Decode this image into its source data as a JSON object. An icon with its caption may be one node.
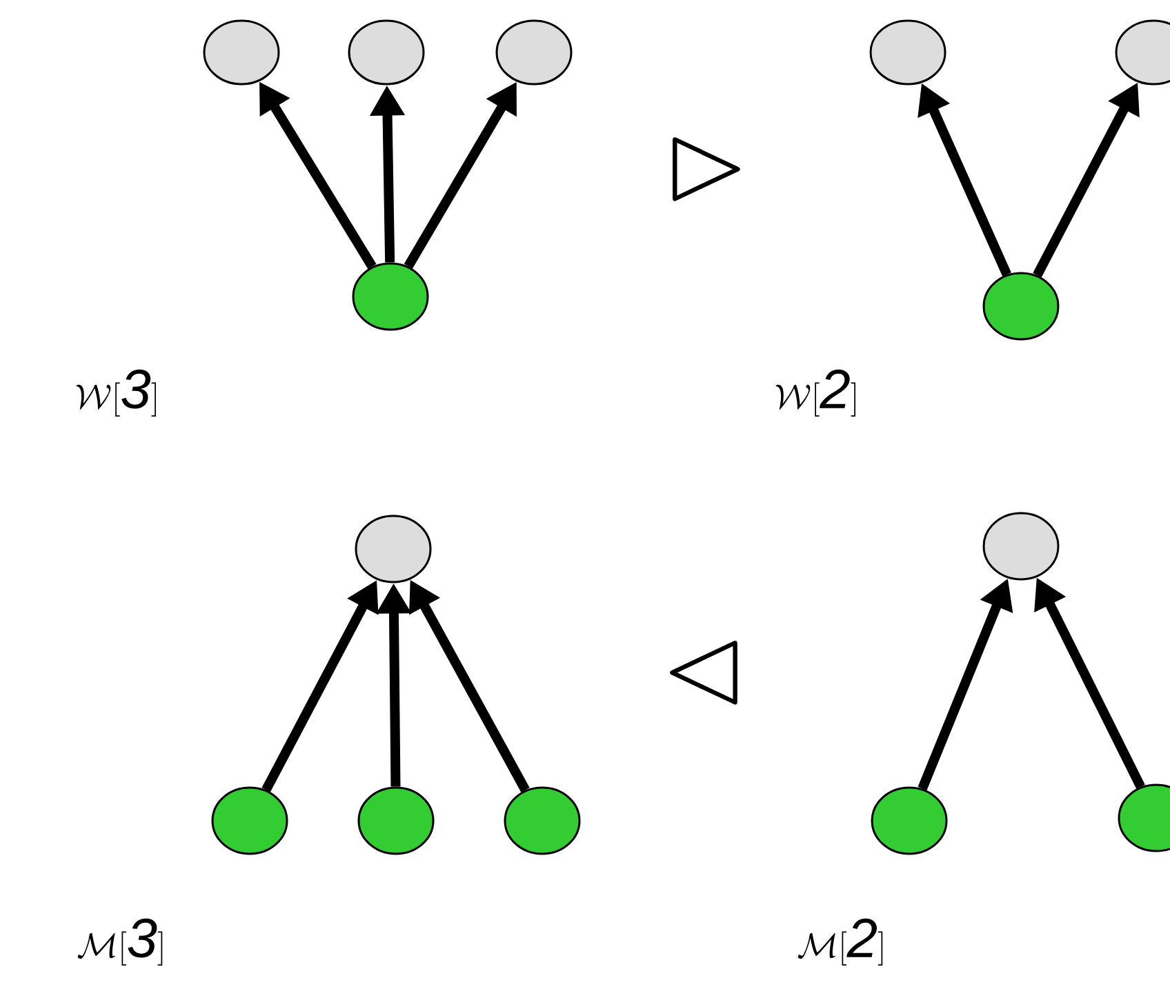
{
  "diagram": {
    "nodes": [
      {
        "text": [],
        "shape": "circle"
      },
      {
        "text": [],
        "shape": "circle"
      },
      {
        "text": [],
        "shape": "circle"
      },
      {
        "text": [],
        "shape": "circle"
      },
      {
        "text": [],
        "shape": "circle"
      },
      {
        "text": [],
        "shape": "circle"
      },
      {
        "text": [],
        "shape": "circle"
      },
      {
        "text": [],
        "shape": "circle"
      },
      {
        "text": [],
        "shape": "circle"
      },
      {
        "text": [],
        "shape": "circle"
      },
      {
        "text": [],
        "shape": "circle"
      },
      {
        "text": [],
        "shape": "circle"
      },
      {
        "text": [],
        "shape": "circle"
      },
      {
        "text": [],
        "shape": "circle"
      }
    ],
    "edges": [
      {
        "from": 3,
        "to": 0,
        "arrow": "to"
      },
      {
        "from": 3,
        "to": 1,
        "arrow": "to"
      },
      {
        "from": 3,
        "to": 2,
        "arrow": "to"
      },
      {
        "from": 6,
        "to": 4,
        "arrow": "to"
      },
      {
        "from": 6,
        "to": 5,
        "arrow": "to"
      },
      {
        "from": 8,
        "to": 7,
        "arrow": "to"
      },
      {
        "from": 9,
        "to": 7,
        "arrow": "to"
      },
      {
        "from": 10,
        "to": 7,
        "arrow": "to"
      },
      {
        "from": 12,
        "to": 11,
        "arrow": "to"
      },
      {
        "from": 13,
        "to": 11,
        "arrow": "to"
      }
    ],
    "labels": [
      "\\mathcal{W}[\\mathit{3}]",
      "\\rhd",
      "\\mathcal{W}[\\mathit{2}]",
      "\\mathcal{M}[\\mathit{3}]",
      "\\lhd",
      "\\mathcal{M}[\\mathit{2}]"
    ]
  }
}
